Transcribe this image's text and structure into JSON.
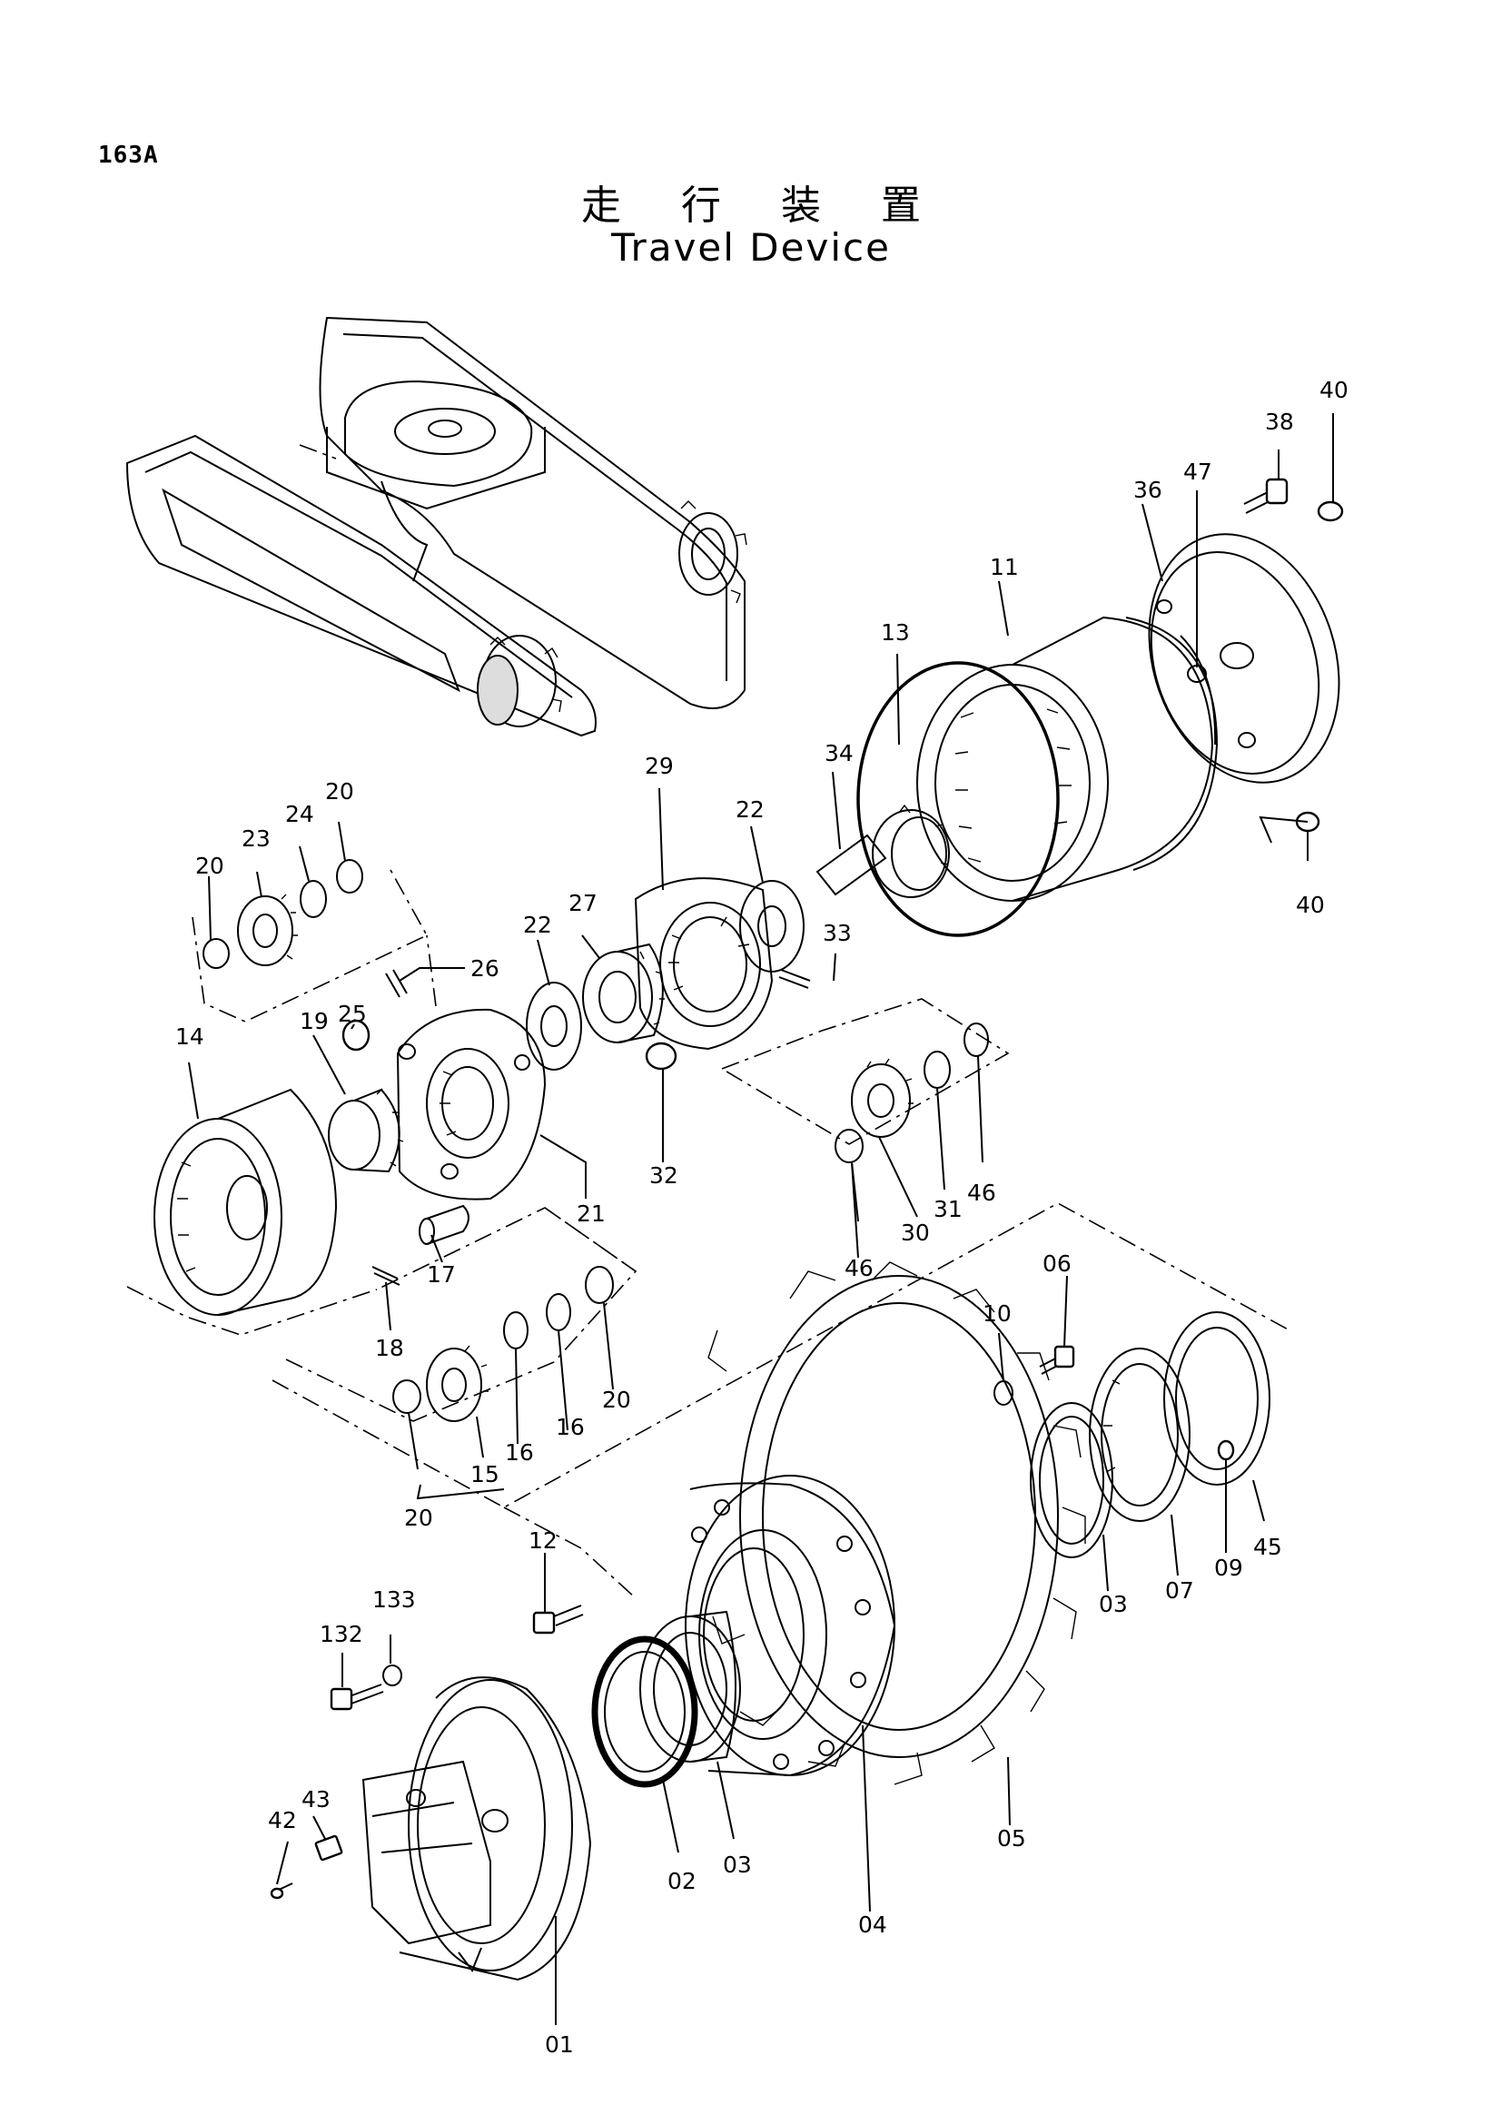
{
  "page": {
    "number": "163A",
    "title_jp": "走 行 装 置",
    "title_en": "Travel Device"
  },
  "callouts": [
    {
      "id": "c01",
      "label": "01"
    },
    {
      "id": "c02",
      "label": "02"
    },
    {
      "id": "c03a",
      "label": "03"
    },
    {
      "id": "c03b",
      "label": "03"
    },
    {
      "id": "c04",
      "label": "04"
    },
    {
      "id": "c05",
      "label": "05"
    },
    {
      "id": "c06",
      "label": "06"
    },
    {
      "id": "c07",
      "label": "07"
    },
    {
      "id": "c09",
      "label": "09"
    },
    {
      "id": "c10",
      "label": "10"
    },
    {
      "id": "c11",
      "label": "11"
    },
    {
      "id": "c12",
      "label": "12"
    },
    {
      "id": "c13",
      "label": "13"
    },
    {
      "id": "c14",
      "label": "14"
    },
    {
      "id": "c15",
      "label": "15"
    },
    {
      "id": "c16a",
      "label": "16"
    },
    {
      "id": "c16b",
      "label": "16"
    },
    {
      "id": "c17",
      "label": "17"
    },
    {
      "id": "c18",
      "label": "18"
    },
    {
      "id": "c19",
      "label": "19"
    },
    {
      "id": "c20a",
      "label": "20"
    },
    {
      "id": "c20b",
      "label": "20"
    },
    {
      "id": "c20c",
      "label": "20"
    },
    {
      "id": "c20d",
      "label": "20"
    },
    {
      "id": "c21",
      "label": "21"
    },
    {
      "id": "c22a",
      "label": "22"
    },
    {
      "id": "c22b",
      "label": "22"
    },
    {
      "id": "c23",
      "label": "23"
    },
    {
      "id": "c24",
      "label": "24"
    },
    {
      "id": "c25",
      "label": "25"
    },
    {
      "id": "c26",
      "label": "26"
    },
    {
      "id": "c27",
      "label": "27"
    },
    {
      "id": "c29",
      "label": "29"
    },
    {
      "id": "c30",
      "label": "30"
    },
    {
      "id": "c31",
      "label": "31"
    },
    {
      "id": "c32",
      "label": "32"
    },
    {
      "id": "c33",
      "label": "33"
    },
    {
      "id": "c34",
      "label": "34"
    },
    {
      "id": "c36",
      "label": "36"
    },
    {
      "id": "c38",
      "label": "38"
    },
    {
      "id": "c40a",
      "label": "40"
    },
    {
      "id": "c40b",
      "label": "40"
    },
    {
      "id": "c42",
      "label": "42"
    },
    {
      "id": "c43",
      "label": "43"
    },
    {
      "id": "c45",
      "label": "45"
    },
    {
      "id": "c46a",
      "label": "46"
    },
    {
      "id": "c46b",
      "label": "46"
    },
    {
      "id": "c47",
      "label": "47"
    },
    {
      "id": "c132",
      "label": "132"
    },
    {
      "id": "c133",
      "label": "133"
    }
  ]
}
